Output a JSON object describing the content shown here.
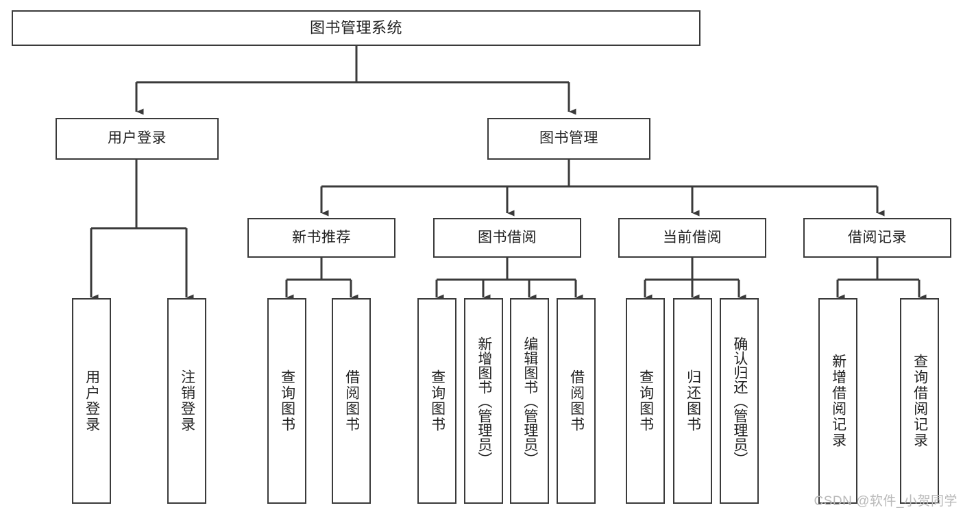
{
  "diagram": {
    "title": "图书管理系统",
    "type": "tree",
    "stroke_color": "#3a3a3a",
    "text_color": "#222222",
    "background_color": "#ffffff",
    "watermark": "CSDN @软件_小贺同学",
    "levels": [
      {
        "level": 0,
        "nodes": [
          {
            "id": "root",
            "label": "图书管理系统"
          }
        ]
      },
      {
        "level": 1,
        "nodes": [
          {
            "id": "user-login",
            "label": "用户登录",
            "parent": "root"
          },
          {
            "id": "book-manage",
            "label": "图书管理",
            "parent": "root"
          }
        ]
      },
      {
        "level": 2,
        "nodes": [
          {
            "id": "new-book-rec",
            "label": "新书推荐",
            "parent": "book-manage"
          },
          {
            "id": "book-borrow",
            "label": "图书借阅",
            "parent": "book-manage"
          },
          {
            "id": "current-borrow",
            "label": "当前借阅",
            "parent": "book-manage"
          },
          {
            "id": "borrow-record",
            "label": "借阅记录",
            "parent": "book-manage"
          }
        ]
      },
      {
        "level": 3,
        "nodes": [
          {
            "id": "leaf-user-login",
            "label": "用户登录",
            "parent": "user-login"
          },
          {
            "id": "leaf-user-logout",
            "label": "注销登录",
            "parent": "user-login"
          },
          {
            "id": "leaf-rec-query",
            "label": "查询图书",
            "parent": "new-book-rec"
          },
          {
            "id": "leaf-rec-borrow",
            "label": "借阅图书",
            "parent": "new-book-rec"
          },
          {
            "id": "leaf-borrow-query",
            "label": "查询图书",
            "parent": "book-borrow"
          },
          {
            "id": "leaf-borrow-add",
            "label": "新增图书（管理员）",
            "parent": "book-borrow"
          },
          {
            "id": "leaf-borrow-edit",
            "label": "编辑图书（管理员）",
            "parent": "book-borrow"
          },
          {
            "id": "leaf-borrow-lend",
            "label": "借阅图书",
            "parent": "book-borrow"
          },
          {
            "id": "leaf-cur-query",
            "label": "查询图书",
            "parent": "current-borrow"
          },
          {
            "id": "leaf-cur-return",
            "label": "归还图书",
            "parent": "current-borrow"
          },
          {
            "id": "leaf-cur-confirm",
            "label": "确认归还（管理员）",
            "parent": "current-borrow"
          },
          {
            "id": "leaf-rec-add",
            "label": "新增借阅记录",
            "parent": "borrow-record"
          },
          {
            "id": "leaf-rec-search",
            "label": "查询借阅记录",
            "parent": "borrow-record"
          }
        ]
      }
    ]
  }
}
